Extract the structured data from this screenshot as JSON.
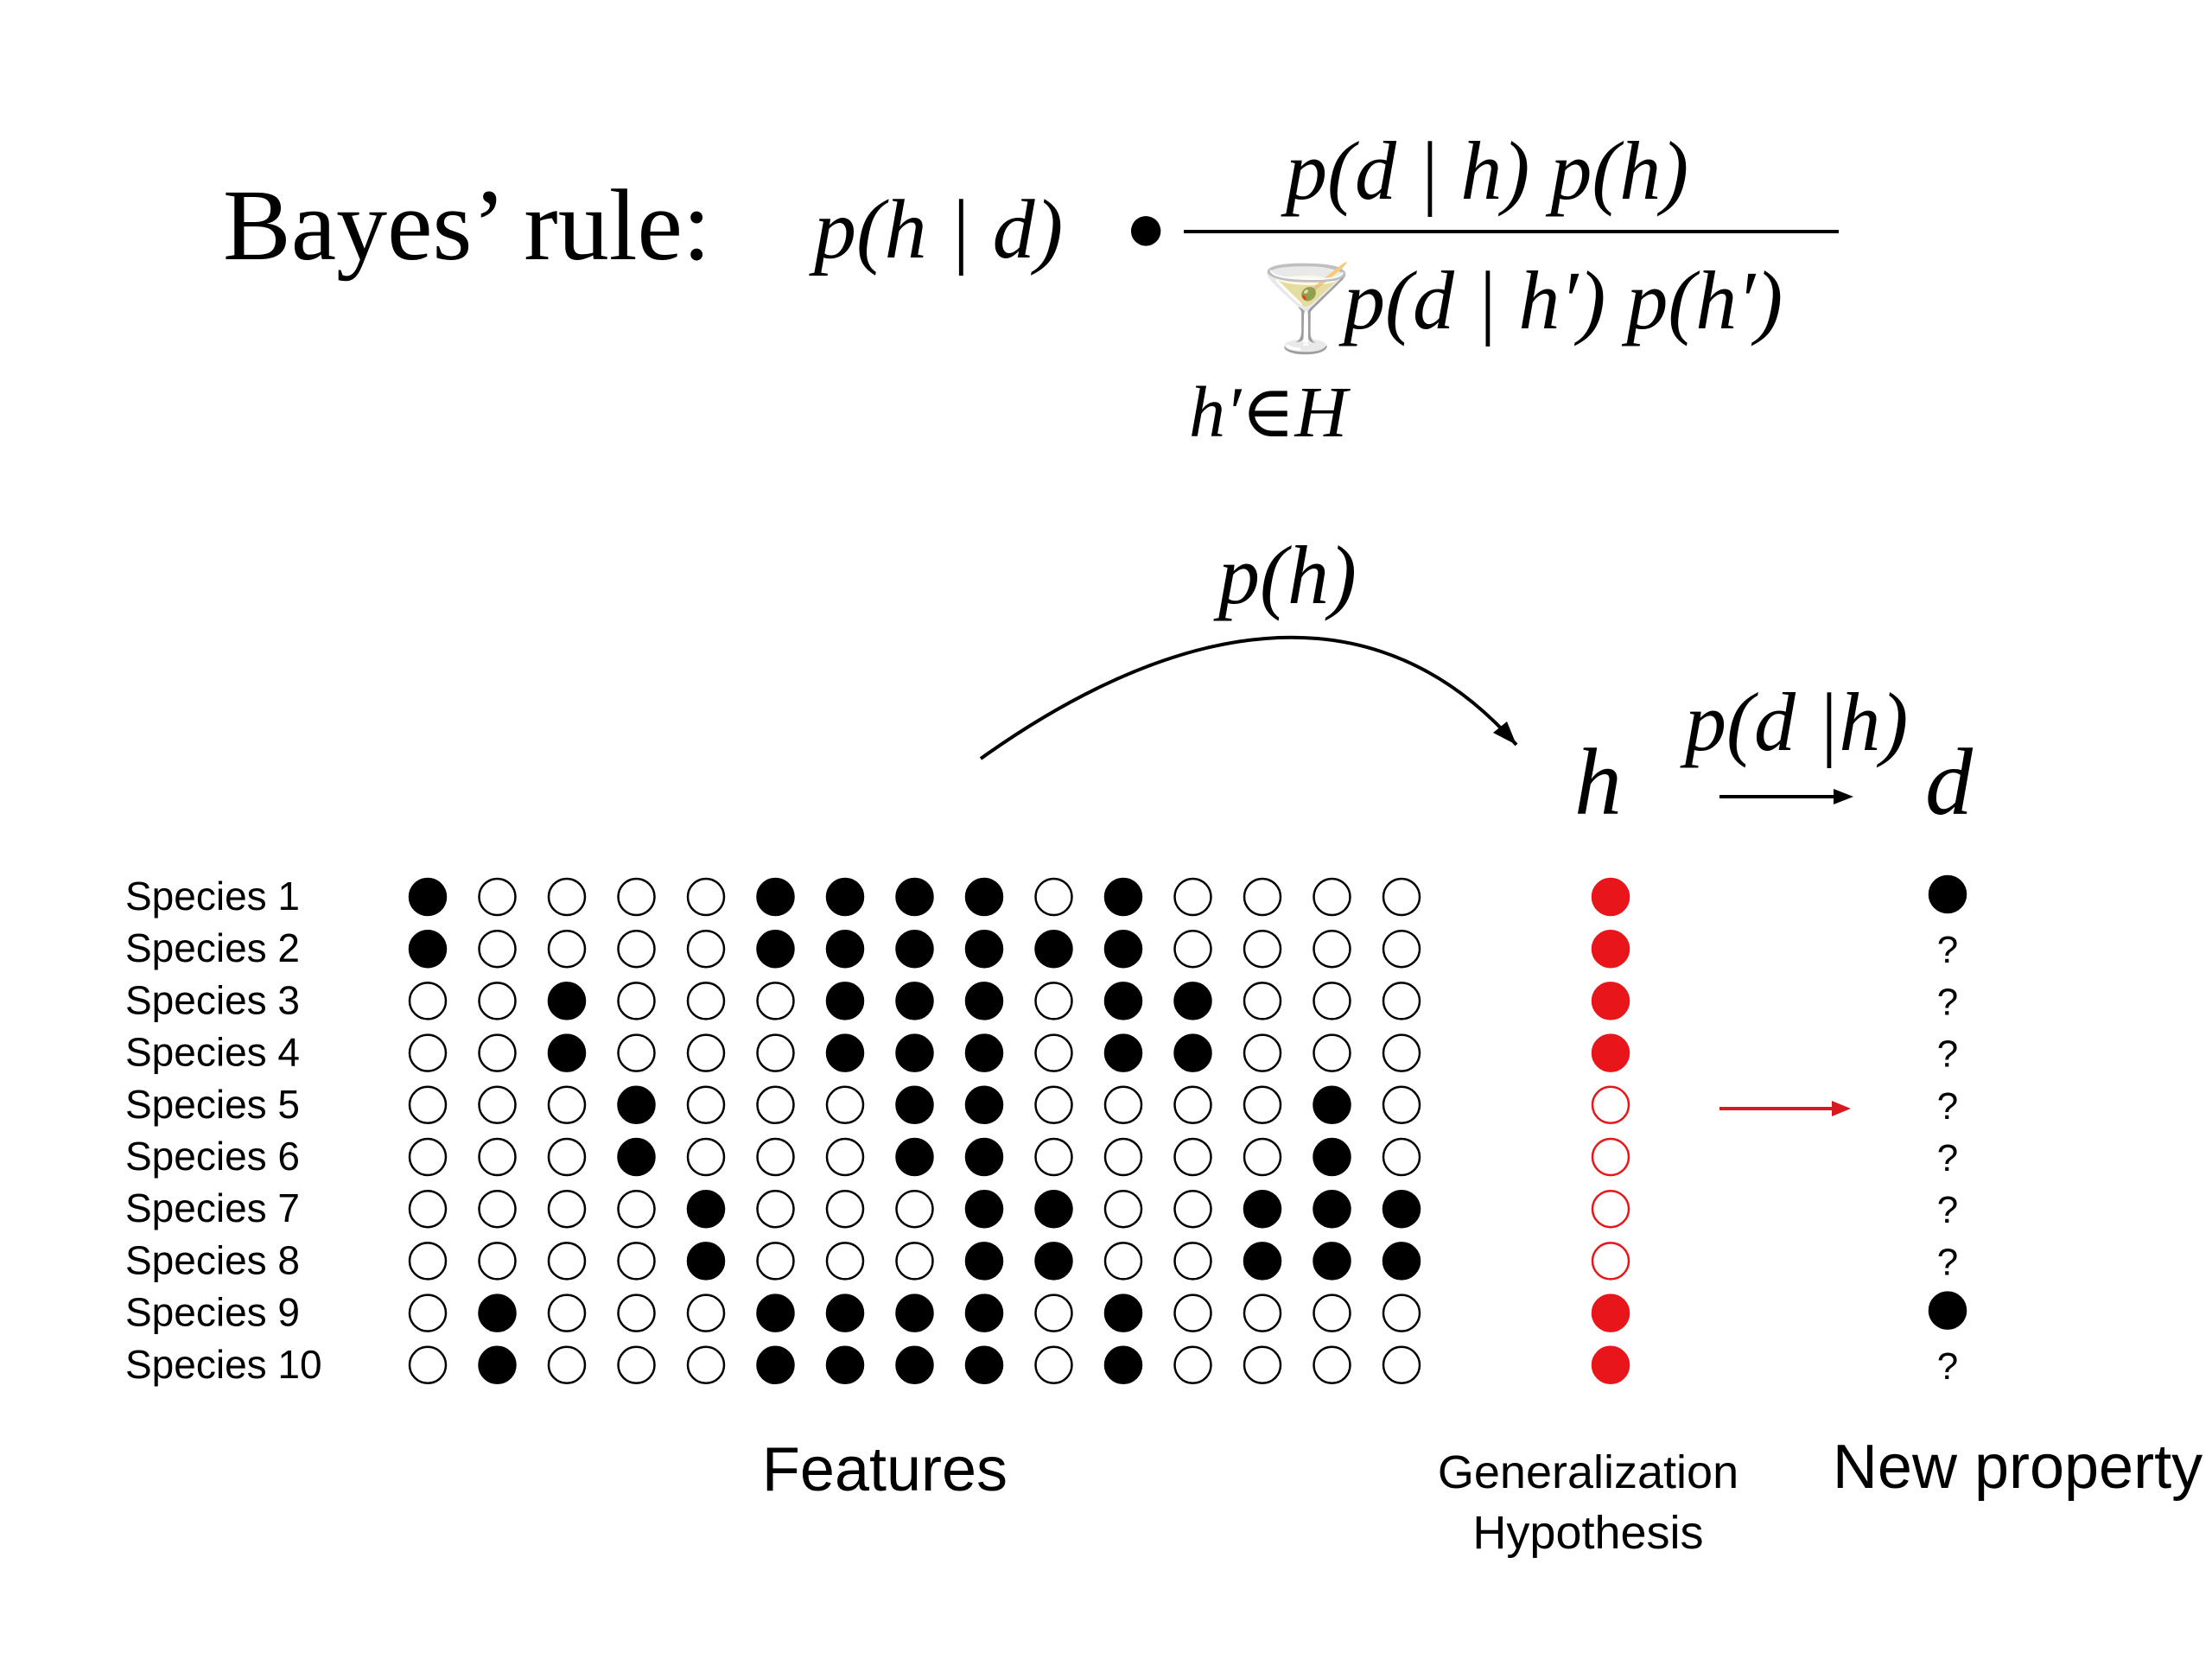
{
  "title": {
    "label": "Bayes’ rule:",
    "lhs": "p(h | d)",
    "operator": "●",
    "numerator": "p(d | h) p(h)",
    "denominator": "p(d | h′) p(h′)",
    "sum_symbol": "🍸",
    "sum_index": "h′∈H"
  },
  "diagram": {
    "prior_label": "p(h)",
    "likelihood_label": "p(d |h)",
    "h_label": "h",
    "d_label": "d",
    "features_label": "Features",
    "hypothesis_label_line1": "Generalization",
    "hypothesis_label_line2": "Hypothesis",
    "new_property_label": "New property",
    "species": [
      "Species 1",
      "Species 2",
      "Species 3",
      "Species 4",
      "Species 5",
      "Species 6",
      "Species 7",
      "Species 8",
      "Species 9",
      "Species 10"
    ],
    "features": [
      [
        1,
        0,
        0,
        0,
        0,
        1,
        1,
        1,
        1,
        0,
        1,
        0,
        0,
        0,
        0
      ],
      [
        1,
        0,
        0,
        0,
        0,
        1,
        1,
        1,
        1,
        1,
        1,
        0,
        0,
        0,
        0
      ],
      [
        0,
        0,
        1,
        0,
        0,
        0,
        1,
        1,
        1,
        0,
        1,
        1,
        0,
        0,
        0
      ],
      [
        0,
        0,
        1,
        0,
        0,
        0,
        1,
        1,
        1,
        0,
        1,
        1,
        0,
        0,
        0
      ],
      [
        0,
        0,
        0,
        1,
        0,
        0,
        0,
        1,
        1,
        0,
        0,
        0,
        0,
        1,
        0
      ],
      [
        0,
        0,
        0,
        1,
        0,
        0,
        0,
        1,
        1,
        0,
        0,
        0,
        0,
        1,
        0
      ],
      [
        0,
        0,
        0,
        0,
        1,
        0,
        0,
        0,
        1,
        1,
        0,
        0,
        1,
        1,
        1
      ],
      [
        0,
        0,
        0,
        0,
        1,
        0,
        0,
        0,
        1,
        1,
        0,
        0,
        1,
        1,
        1
      ],
      [
        0,
        1,
        0,
        0,
        0,
        1,
        1,
        1,
        1,
        0,
        1,
        0,
        0,
        0,
        0
      ],
      [
        0,
        1,
        0,
        0,
        0,
        1,
        1,
        1,
        1,
        0,
        1,
        0,
        0,
        0,
        0
      ]
    ],
    "hypothesis": [
      1,
      1,
      1,
      1,
      0,
      0,
      0,
      0,
      1,
      1
    ],
    "new_property": [
      "●",
      "?",
      "?",
      "?",
      "?",
      "?",
      "?",
      "?",
      "●",
      "?"
    ],
    "colors": {
      "hypothesis": "#e8161b",
      "arrow_red": "#d61a1f",
      "ink": "#000000"
    }
  }
}
